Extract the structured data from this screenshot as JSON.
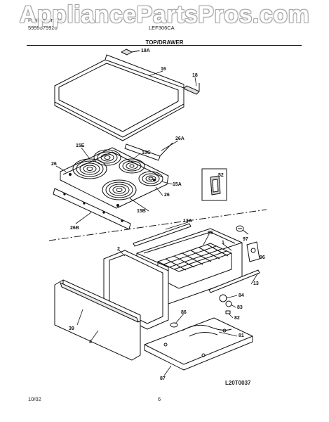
{
  "watermark": "AppliancePartsPros.com",
  "header": {
    "left_line1": "Publication No.",
    "left_line2": "5995379928",
    "model": "LEF306CA",
    "section_title": "TOP/DRAWER"
  },
  "footer": {
    "date": "10/02",
    "page": "6",
    "figure_code": "L20T0037"
  },
  "callouts": {
    "c18A": "18A",
    "c16": "16",
    "c18": "18",
    "c26A": "26A",
    "c15E": "15E",
    "c15C": "15C",
    "c26a": "26",
    "c15A": "15A",
    "c26b": "26",
    "c15B": "15B",
    "c26B": "26B",
    "c52": "52",
    "c13A": "13A",
    "c85": "85",
    "c97": "97",
    "c1": "1",
    "c2": "2",
    "c96": "96",
    "c13": "13",
    "c84": "84",
    "c83": "83",
    "c82": "82",
    "c86": "86",
    "c39": "39",
    "c4": "4",
    "c81": "81",
    "c87": "87"
  }
}
